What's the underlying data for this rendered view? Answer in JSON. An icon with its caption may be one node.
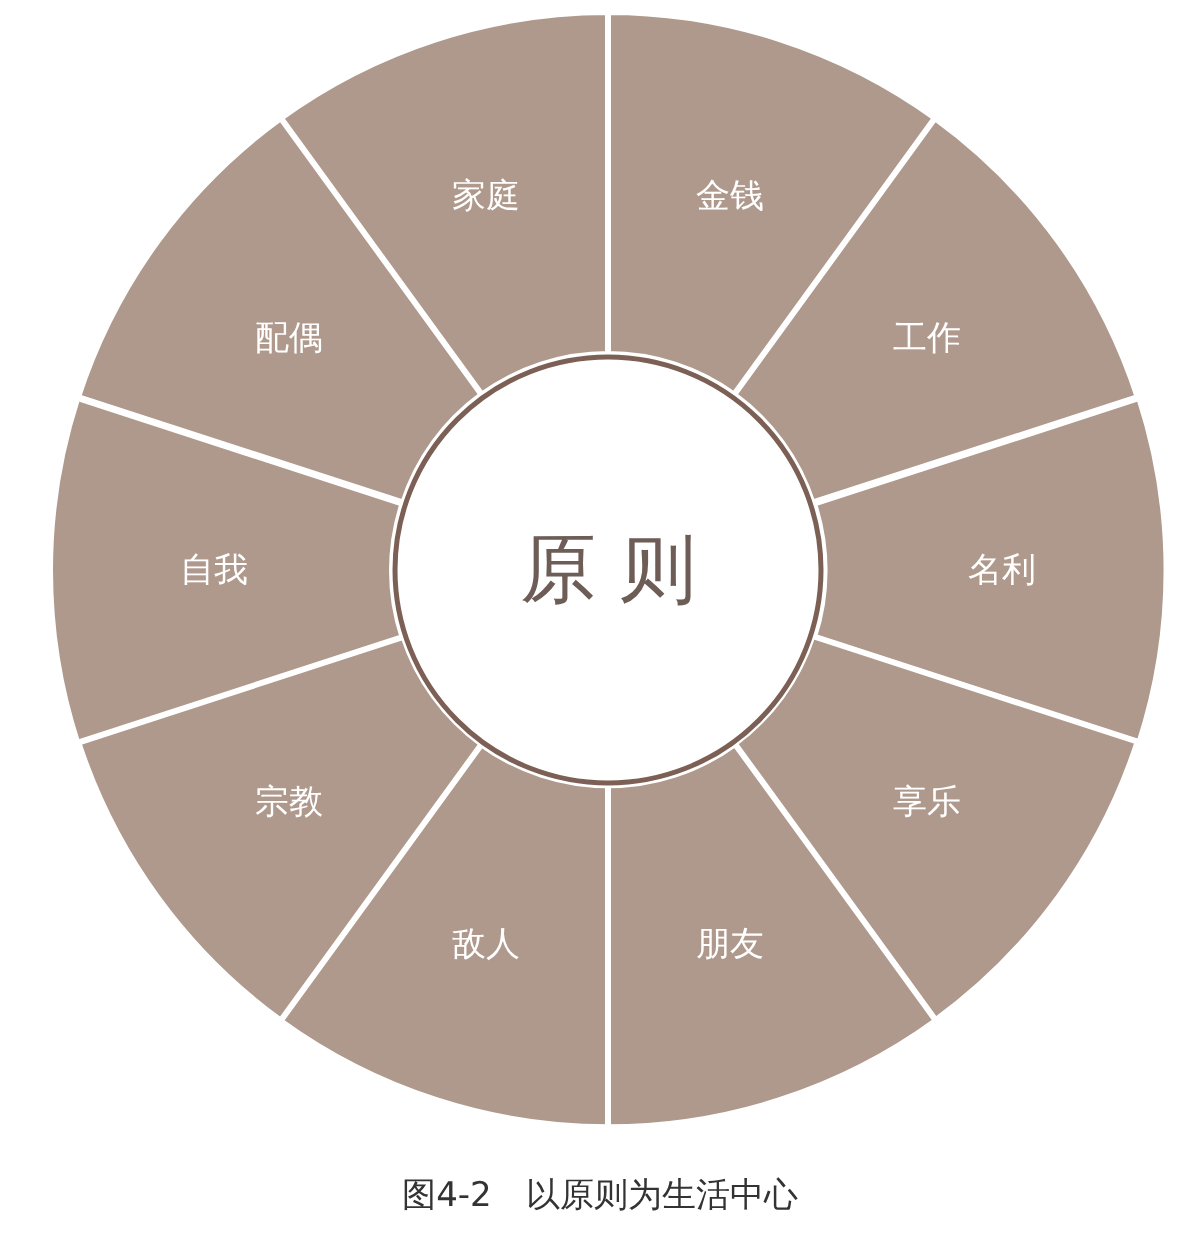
{
  "diagram": {
    "caption": "图4-2　以原则为生活中心",
    "nodes": [
      {
        "text": [
          "原 则"
        ]
      },
      {
        "text": [
          "家庭"
        ]
      },
      {
        "text": [
          "金钱"
        ]
      },
      {
        "text": [
          "工作"
        ]
      },
      {
        "text": [
          "名利"
        ]
      },
      {
        "text": [
          "享乐"
        ]
      },
      {
        "text": [
          "朋友"
        ]
      },
      {
        "text": [
          "敌人"
        ]
      },
      {
        "text": [
          "宗教"
        ]
      },
      {
        "text": [
          "自我"
        ]
      },
      {
        "text": [
          "配偶"
        ]
      }
    ]
  }
}
